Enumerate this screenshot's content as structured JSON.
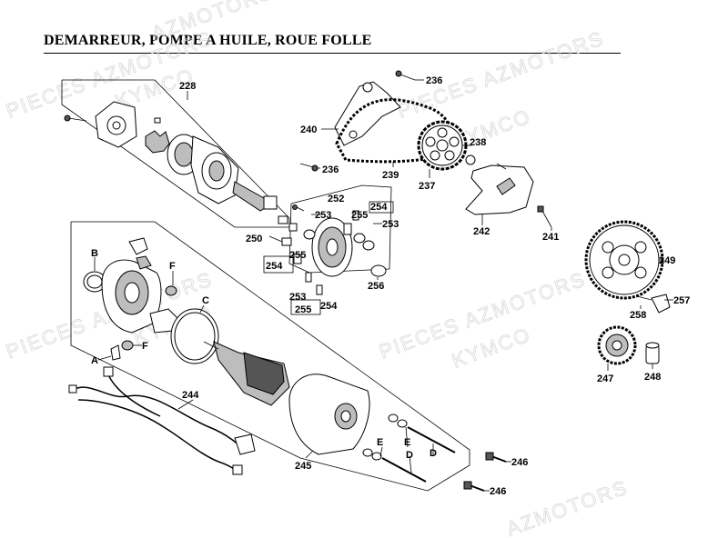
{
  "title": "DEMARREUR, POMPE A HUILE, ROUE FOLLE",
  "watermarks": [
    "PIECES AZMOTORS",
    "KYMCO",
    "PIECES AZMOTORS",
    "KYMCO",
    "PIECES AZMOTORS",
    "KYMCO",
    "PIECES AZMOTORS",
    "KYMCO",
    "AZMOTORS",
    "AZMOTORS"
  ],
  "labels": {
    "l228": "228",
    "l236a": "236",
    "l236b": "236",
    "l240": "240",
    "l239": "239",
    "l237": "237",
    "l238": "238",
    "l242": "242",
    "l241": "241",
    "l252": "252",
    "l254a": "254",
    "l253a": "253",
    "l255a": "255",
    "l253b": "253",
    "l250": "250",
    "l254b": "254",
    "l255b": "255",
    "l256": "256",
    "l253c": "253",
    "l255c": "255",
    "l254c": "254",
    "l249": "249",
    "l257": "257",
    "l258": "258",
    "l247": "247",
    "l248": "248",
    "lB": "B",
    "lF1": "F",
    "lC": "C",
    "lA": "A",
    "lF2": "F",
    "l244": "244",
    "l245": "245",
    "lE1": "E",
    "lE2": "E",
    "lD1": "D",
    "lD2": "D",
    "l246a": "246",
    "l246b": "246"
  },
  "colors": {
    "ink": "#000000",
    "watermark": "#d9d9d9",
    "shade": "#bdbdbd"
  }
}
